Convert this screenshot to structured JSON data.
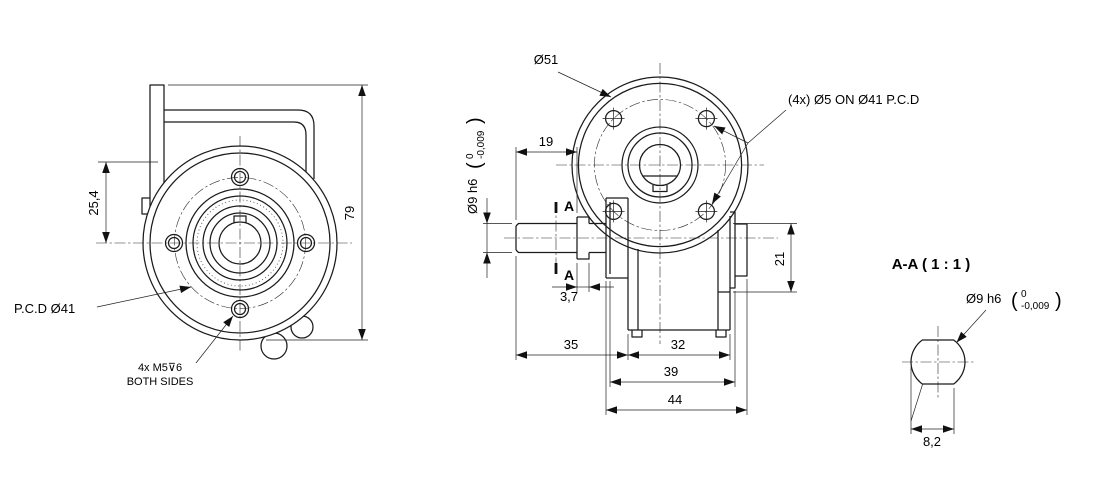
{
  "drawing": {
    "front_view": {
      "dim_center_height": "25,4",
      "dim_overall_height": "79",
      "pcd_label": "P.C.D Ø41",
      "tap_note_line1": "4x M5⊽6",
      "tap_note_line2": "BOTH SIDES"
    },
    "side_view": {
      "boss_diameter_label": "Ø51",
      "flange_holes_note": "(4x) Ø5 ON Ø41 P.C.D",
      "section_label": "A",
      "dim_shaft_length": "19",
      "dim_collar_width": "3,7",
      "dim_shaft_to_body": "35",
      "dim_body_width": "32",
      "dim_body_with_boss": "39",
      "dim_overall_width": "44",
      "dim_center_height": "21"
    },
    "section_view": {
      "title": "A-A ( 1 : 1 )",
      "dim_across_flat": "8,2"
    },
    "shaft_tolerance": {
      "dia": "Ø9 h6",
      "open": "(",
      "upper": "0",
      "lower": "-0,009",
      "close": ")"
    }
  }
}
